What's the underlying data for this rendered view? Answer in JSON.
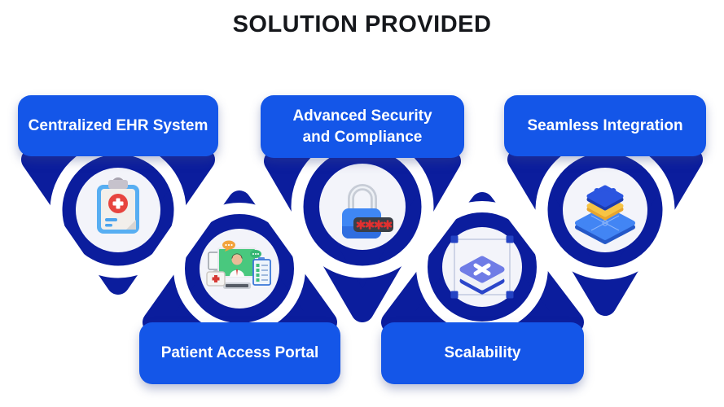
{
  "title": "SOLUTION PROVIDED",
  "colors": {
    "header_blue": "#1456e8",
    "funnel_navy": "#0b1d9d",
    "icon_circle": "#f3f4fa",
    "title_text": "#15171b",
    "label_text": "#ffffff",
    "lock_red": "#e03030",
    "screen_green": "#49c87e",
    "puzzle_yellow": "#f6c445"
  },
  "funnels": [
    {
      "label": "Centralized EHR System",
      "icon": "medical-clipboard-icon",
      "direction": "down"
    },
    {
      "label": "Advanced Security\nand Compliance",
      "icon": "password-lock-icon",
      "direction": "down"
    },
    {
      "label": "Seamless Integration",
      "icon": "puzzle-integration-icon",
      "direction": "down"
    },
    {
      "label": "Patient Access Portal",
      "icon": "telehealth-portal-icon",
      "direction": "up"
    },
    {
      "label": "Scalability",
      "icon": "scalable-layers-icon",
      "direction": "up"
    }
  ]
}
